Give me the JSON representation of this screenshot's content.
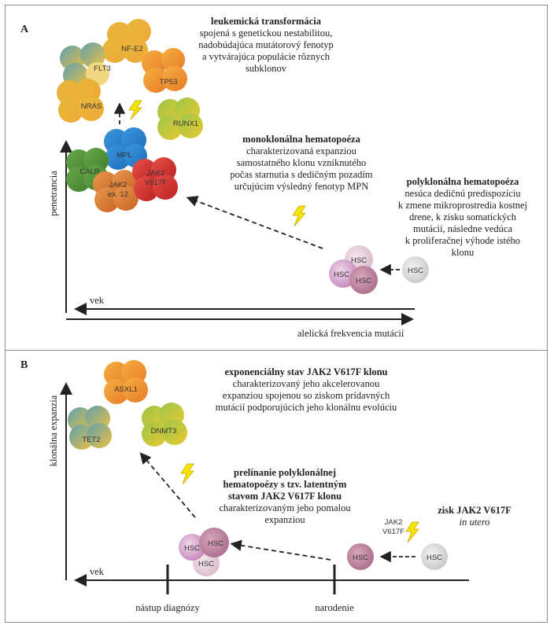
{
  "panelA": {
    "letter": "A",
    "leukemic": {
      "title": "leukemická transformácia",
      "lines": [
        "spojená s genetickou nestabilitou,",
        "nadobúdajúca mutátorový fenotyp",
        "a vytvárajúca populácie rôznych",
        "subklonov"
      ]
    },
    "monoclonal": {
      "title": "monoklonálna hematopoéza",
      "lines": [
        "charakterizovaná expanziou",
        "samostatného klonu vzniknutého",
        "počas starnutia s dedičným pozadím",
        "určujúcim výsledný fenotyp MPN"
      ]
    },
    "polyclonal": {
      "title": "polyklonálna hematopoéza",
      "lines": [
        "nesúca dedičnú predispozíciu",
        "k zmene mikroprostredia kostnej",
        "drene, k zisku somatických",
        "mutácií, následne vedúca",
        "k proliferačnej výhode istého",
        "klonu"
      ]
    },
    "axis_y": "penetrancia",
    "axis_age": "vek",
    "axis_x": "alelická frekvencia mutácií",
    "genes": {
      "nfe2": "NF-E2",
      "flt3": "FLT3",
      "tp53": "TP53",
      "nras": "NRAS",
      "runx1": "RUNX1",
      "mpl": "MPL",
      "calr": "CALR",
      "jak2ex_1": "JAK2",
      "jak2ex_2": "ex. 12",
      "jak2v_1": "JAK2",
      "jak2v_2": "V617F"
    },
    "hsc": "HSC"
  },
  "panelB": {
    "letter": "B",
    "exponential": {
      "title": "exponenciálny stav JAK2 V617F klonu",
      "lines": [
        "charakterizovaný jeho akcelerovanou",
        "expanziou spojenou so ziskom prídavných",
        "mutácií podporujúcich jeho klonálnu evolúciu"
      ]
    },
    "overlap": {
      "title_lines": [
        "prelínanie polyklonálnej",
        "hematopoézy s tzv. latentným",
        "stavom JAK2 V617F klonu"
      ],
      "lines": [
        "charakterizovaným jeho pomalou",
        "expanziou"
      ]
    },
    "gain": {
      "title": "zisk JAK2 V617F",
      "subtitle": "in utero"
    },
    "axis_y": "klonálna expanzia",
    "axis_age": "vek",
    "tick_diag": "nástup diagnózy",
    "tick_birth": "narodenie",
    "genes": {
      "asxl1": "ASXL1",
      "tet2": "TET2",
      "dnmt3": "DNMT3"
    },
    "mut_1": "JAK2",
    "mut_2": "V617F",
    "hsc": "HSC"
  },
  "colors": {
    "yellow_green": "#c9d23a",
    "orange": "#f0a030",
    "blue": "#2f7fd0",
    "green": "#5a9a3a",
    "red": "#d83a2a",
    "hsc_pink": "#c890b0",
    "hsc_grey": "#cfcfcf"
  }
}
